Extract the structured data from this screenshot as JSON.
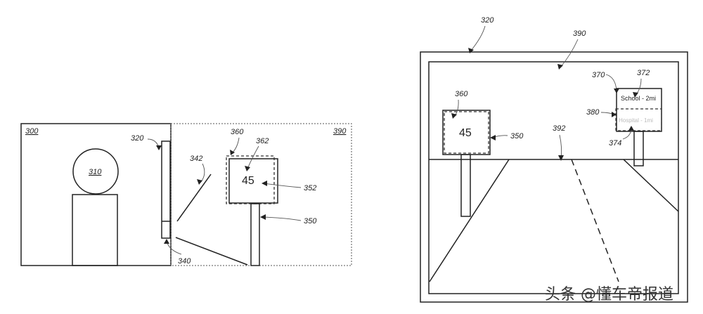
{
  "left_figure": {
    "labels": {
      "ref_300": "300",
      "ref_310": "310",
      "ref_320": "320",
      "ref_340": "340",
      "ref_342": "342",
      "ref_350": "350",
      "ref_352": "352",
      "ref_360": "360",
      "ref_362": "362",
      "ref_390": "390"
    },
    "sign_speed": "45"
  },
  "right_figure": {
    "labels": {
      "ref_320": "320",
      "ref_390": "390",
      "ref_360": "360",
      "ref_350": "350",
      "ref_370": "370",
      "ref_372": "372",
      "ref_380": "380",
      "ref_374": "374",
      "ref_392": "392"
    },
    "sign_speed": "45",
    "sign_text": "School - 2mi",
    "sign_faded_text": "Hospital - 1mi"
  },
  "watermark": "头条 @懂车帝报道",
  "colors": {
    "line": "#222222",
    "dotted_border": "#555555"
  }
}
